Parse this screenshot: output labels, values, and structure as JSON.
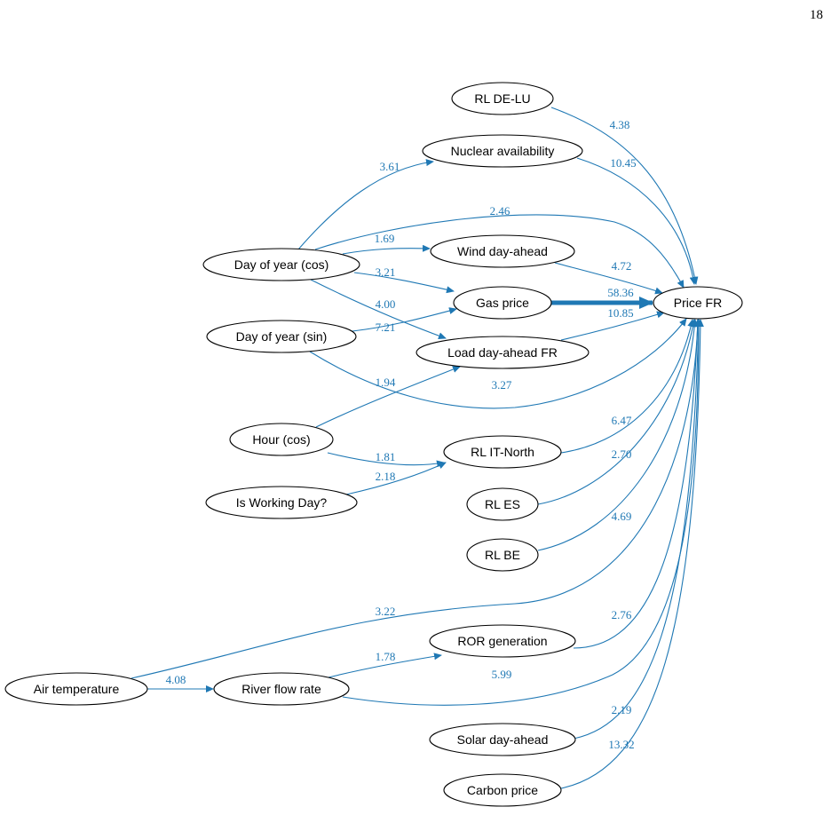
{
  "page_number": "18",
  "colors": {
    "edge": "#1f78b4",
    "node_stroke": "#000000",
    "node_fill": "#ffffff"
  },
  "nodes": [
    {
      "id": "rl_de_lu",
      "label": "RL DE-LU"
    },
    {
      "id": "nuclear",
      "label": "Nuclear availability"
    },
    {
      "id": "doy_cos",
      "label": "Day of year (cos)"
    },
    {
      "id": "wind",
      "label": "Wind day-ahead"
    },
    {
      "id": "gas",
      "label": "Gas price"
    },
    {
      "id": "price_fr",
      "label": "Price FR"
    },
    {
      "id": "doy_sin",
      "label": "Day of year (sin)"
    },
    {
      "id": "load_fr",
      "label": "Load day-ahead FR"
    },
    {
      "id": "hour_cos",
      "label": "Hour (cos)"
    },
    {
      "id": "rl_it_north",
      "label": "RL IT-North"
    },
    {
      "id": "working_day",
      "label": "Is Working Day?"
    },
    {
      "id": "rl_es",
      "label": "RL ES"
    },
    {
      "id": "rl_be",
      "label": "RL BE"
    },
    {
      "id": "ror",
      "label": "ROR generation"
    },
    {
      "id": "air_temp",
      "label": "Air temperature"
    },
    {
      "id": "river_flow",
      "label": "River flow rate"
    },
    {
      "id": "solar",
      "label": "Solar day-ahead"
    },
    {
      "id": "carbon",
      "label": "Carbon price"
    }
  ],
  "edges": [
    {
      "from": "rl_de_lu",
      "to": "price_fr",
      "weight": "4.38"
    },
    {
      "from": "nuclear",
      "to": "price_fr",
      "weight": "10.45"
    },
    {
      "from": "doy_cos",
      "to": "nuclear",
      "weight": "3.61"
    },
    {
      "from": "doy_cos",
      "to": "price_fr",
      "weight": "2.46"
    },
    {
      "from": "doy_cos",
      "to": "wind",
      "weight": "1.69"
    },
    {
      "from": "doy_cos",
      "to": "gas",
      "weight": "3.21"
    },
    {
      "from": "doy_cos",
      "to": "load_fr",
      "weight": "4.00"
    },
    {
      "from": "wind",
      "to": "price_fr",
      "weight": "4.72"
    },
    {
      "from": "gas",
      "to": "price_fr",
      "weight": "58.36"
    },
    {
      "from": "load_fr",
      "to": "price_fr",
      "weight": "10.85"
    },
    {
      "from": "doy_sin",
      "to": "gas",
      "weight": "7.21"
    },
    {
      "from": "doy_sin",
      "to": "price_fr",
      "weight": "3.27"
    },
    {
      "from": "hour_cos",
      "to": "load_fr",
      "weight": "1.94"
    },
    {
      "from": "hour_cos",
      "to": "rl_it_north",
      "weight": "1.81"
    },
    {
      "from": "working_day",
      "to": "rl_it_north",
      "weight": "2.18"
    },
    {
      "from": "rl_it_north",
      "to": "price_fr",
      "weight": "6.47"
    },
    {
      "from": "rl_es",
      "to": "price_fr",
      "weight": "2.70"
    },
    {
      "from": "rl_be",
      "to": "price_fr",
      "weight": "4.69"
    },
    {
      "from": "air_temp",
      "to": "price_fr",
      "weight": "3.22"
    },
    {
      "from": "air_temp",
      "to": "river_flow",
      "weight": "4.08"
    },
    {
      "from": "river_flow",
      "to": "ror",
      "weight": "1.78"
    },
    {
      "from": "river_flow",
      "to": "price_fr",
      "weight": "5.99"
    },
    {
      "from": "ror",
      "to": "price_fr",
      "weight": "2.76"
    },
    {
      "from": "solar",
      "to": "price_fr",
      "weight": "2.19"
    },
    {
      "from": "carbon",
      "to": "price_fr",
      "weight": "13.32"
    }
  ]
}
